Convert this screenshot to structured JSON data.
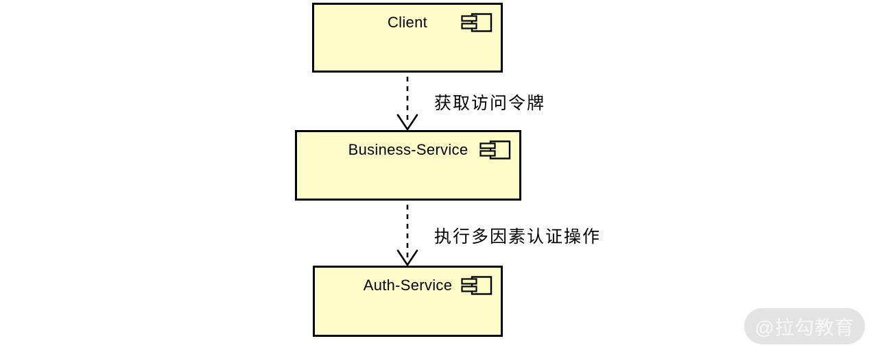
{
  "diagram": {
    "type": "uml-component-diagram",
    "components": [
      {
        "name": "Client"
      },
      {
        "name": "Business-Service"
      },
      {
        "name": "Auth-Service"
      }
    ],
    "edges": [
      {
        "from": "Client",
        "to": "Business-Service",
        "label": "获取访问令牌",
        "style": "dashed-arrow"
      },
      {
        "from": "Business-Service",
        "to": "Auth-Service",
        "label": "执行多因素认证操作",
        "style": "dashed-arrow"
      }
    ]
  },
  "watermark": {
    "text": "@拉勾教育"
  },
  "colors": {
    "background": "#FFFFFF",
    "node_fill": "#FCFCC8",
    "node_border": "#000000",
    "edge": "#000000",
    "label_text": "#000000",
    "watermark_bg": "#E3E3E3",
    "watermark_text": "#F7F7F7"
  }
}
